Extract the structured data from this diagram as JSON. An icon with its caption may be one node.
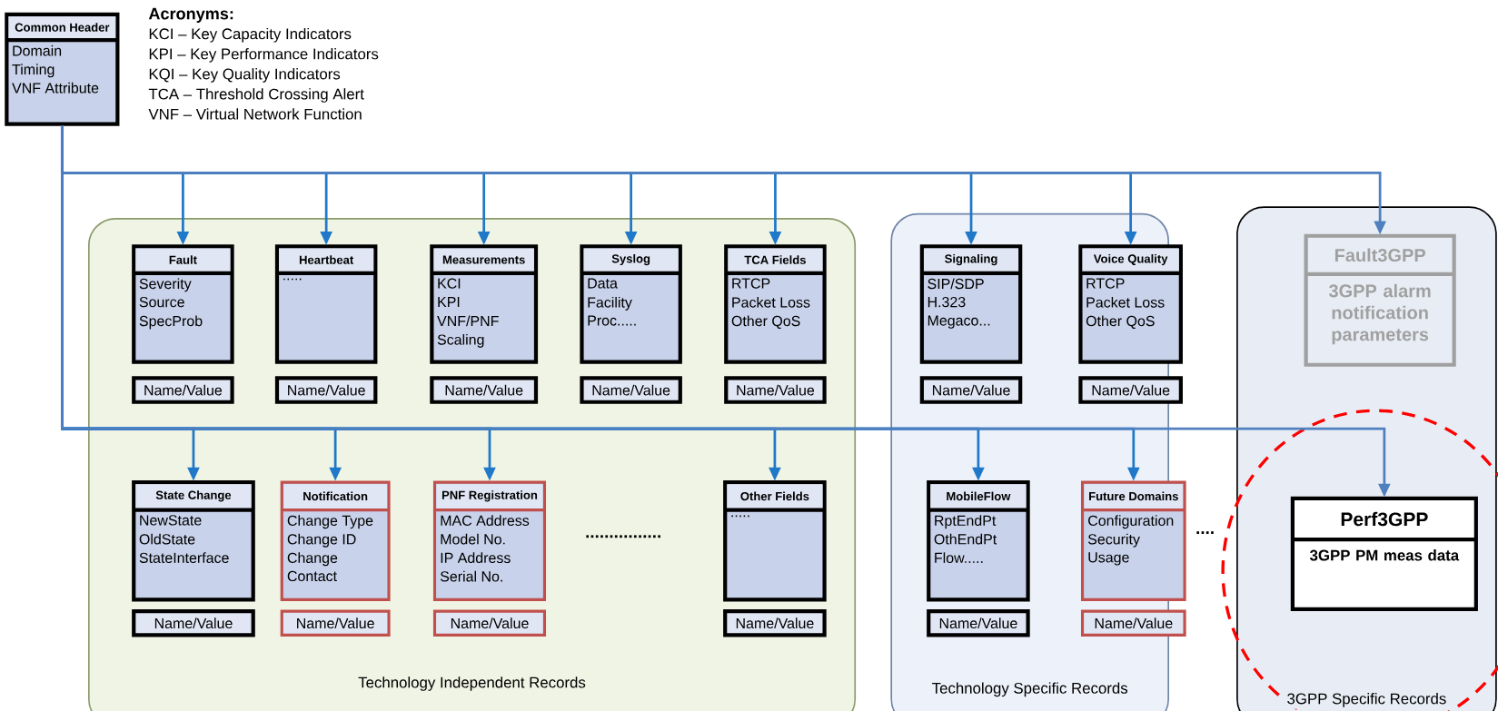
{
  "diagram": {
    "nodes": [
      {
        "text": [
          "Common Header",
          "Domain",
          "Timing",
          "VNF Attribute"
        ]
      },
      {
        "text": [
          "Technology Independent Records"
        ]
      },
      {
        "text": [
          "Technology Specific Records"
        ]
      },
      {
        "text": [
          "3GPP Specific Records"
        ]
      },
      {
        "text": [
          "Fault",
          "Severity",
          "Source",
          "SpecProb"
        ],
        "in": 1
      },
      {
        "text": [
          "Name/Value"
        ],
        "in": 1
      },
      {
        "text": [
          "Heartbeat",
          "....."
        ],
        "in": 1
      },
      {
        "text": [
          "Name/Value"
        ],
        "in": 1
      },
      {
        "text": [
          "Measurements",
          "KCI",
          "KPI",
          "VNF/PNF",
          "Scaling"
        ],
        "in": 1
      },
      {
        "text": [
          "Name/Value"
        ],
        "in": 1
      },
      {
        "text": [
          "Syslog",
          "Data",
          "Facility",
          "Proc....."
        ],
        "in": 1
      },
      {
        "text": [
          "Name/Value"
        ],
        "in": 1
      },
      {
        "text": [
          "TCA Fields",
          "RTCP",
          "Packet Loss",
          "Other QoS"
        ],
        "in": 1
      },
      {
        "text": [
          "Name/Value"
        ],
        "in": 1
      },
      {
        "text": [
          "State Change",
          "NewState",
          "OldState",
          "StateInterface"
        ],
        "in": 1
      },
      {
        "text": [
          "Name/Value"
        ],
        "in": 1
      },
      {
        "text": [
          "Notification",
          "Change Type",
          "Change ID",
          "Change",
          "Contact"
        ],
        "in": 1
      },
      {
        "text": [
          "Name/Value"
        ],
        "in": 1
      },
      {
        "text": [
          "PNF Registration",
          "MAC Address",
          "Model No.",
          "IP Address",
          "Serial No."
        ],
        "in": 1
      },
      {
        "text": [
          "Name/Value"
        ],
        "in": 1
      },
      {
        "text": [
          "Other Fields",
          "....."
        ],
        "in": 1
      },
      {
        "text": [
          "Name/Value"
        ],
        "in": 1
      },
      {
        "text": [
          "Signaling",
          "SIP/SDP",
          "H.323",
          "Megaco..."
        ],
        "in": 2
      },
      {
        "text": [
          "Name/Value"
        ],
        "in": 2
      },
      {
        "text": [
          "Voice Quality",
          "RTCP",
          "Packet Loss",
          "Other QoS"
        ],
        "in": 2
      },
      {
        "text": [
          "Name/Value"
        ],
        "in": 2
      },
      {
        "text": [
          "MobileFlow",
          "RptEndPt",
          "OthEndPt",
          "Flow....."
        ],
        "in": 2
      },
      {
        "text": [
          "Name/Value"
        ],
        "in": 2
      },
      {
        "text": [
          "Future Domains",
          "Configuration",
          "Security",
          "Usage"
        ],
        "beside": [
          "...."
        ],
        "in": 2
      },
      {
        "text": [
          "Name/Value"
        ],
        "in": 2
      },
      {
        "text": [
          "Fault3GPP",
          "3GPP alarm notification parameters"
        ],
        "in": 3
      },
      {
        "text": [
          "Perf3GPP",
          "3GPP PM meas data"
        ],
        "in": 3
      }
    ],
    "edges": [
      {
        "from": 0,
        "to": 4,
        "arrow": "to"
      },
      {
        "from": 0,
        "to": 6,
        "arrow": "to"
      },
      {
        "from": 0,
        "to": 8,
        "arrow": "to"
      },
      {
        "from": 0,
        "to": 10,
        "arrow": "to"
      },
      {
        "from": 0,
        "to": 12,
        "arrow": "to"
      },
      {
        "from": 0,
        "to": 22,
        "arrow": "to"
      },
      {
        "from": 0,
        "to": 24,
        "arrow": "to"
      },
      {
        "from": 0,
        "to": 30,
        "arrow": "to",
        "color": "#4f7fbf"
      },
      {
        "from": 0,
        "to": 14,
        "arrow": "to"
      },
      {
        "from": 0,
        "to": 16,
        "arrow": "to"
      },
      {
        "from": 0,
        "to": 18,
        "arrow": "to"
      },
      {
        "from": 0,
        "to": 20,
        "arrow": "to"
      },
      {
        "from": 0,
        "to": 26,
        "arrow": "to"
      },
      {
        "from": 0,
        "to": 28,
        "arrow": "to"
      },
      {
        "from": 0,
        "to": 31,
        "arrow": "to",
        "color": "#4f7fbf"
      }
    ],
    "labels": [
      "Acronyms:",
      "KCI – Key Capacity Indicators",
      "KPI – Key Performance Indicators",
      "KQI – Key Quality Indicators",
      "TCA – Threshold Crossing Alert",
      "VNF – Virtual Network Function",
      "................"
    ]
  }
}
